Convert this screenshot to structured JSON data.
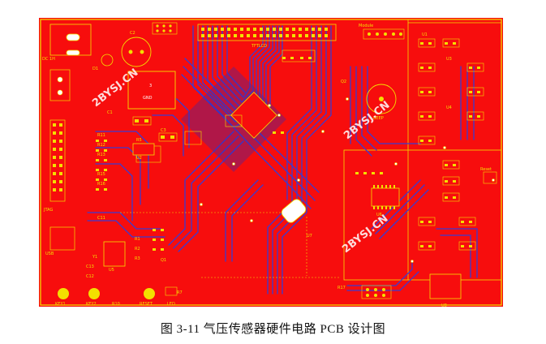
{
  "caption": "图 3-11 气压传感器硬件电路 PCB 设计图",
  "watermark": "2BYSJ.CN",
  "colors": {
    "board": "#f70d0d",
    "outline": "#f3e000",
    "trace_bottom": "#3b3bd1",
    "pad": "#f3e000",
    "silk": "#f3e000",
    "background": "#ffffff"
  },
  "labels": {
    "gnd_pad_num": "3",
    "gnd_pad": "GND",
    "header_top": "TFTLCD",
    "module": "Module",
    "beep": "BEEP",
    "jtag": "JTAG",
    "usb": "USB",
    "key1": "KEY1",
    "key2": "KEY2",
    "reset_btn": "RESET",
    "led": "LED",
    "dc": "DC 1H",
    "reset_side": "Reset",
    "r1": "R1",
    "r2": "R2",
    "r3": "R3",
    "r5": "R5",
    "r7": "R7",
    "r10": "R10",
    "r11": "R11",
    "r12": "R12",
    "r13": "R13",
    "r15": "R15",
    "r16": "R16",
    "r17": "R17",
    "c1": "C1",
    "c2": "C2",
    "c3": "C3",
    "c11": "C11",
    "c12": "C12",
    "c13": "C13",
    "u1": "U1",
    "u2": "U2",
    "u3": "U3",
    "u4": "U4",
    "u5": "U5",
    "u6": "U6",
    "u7": "U7",
    "u8": "U8",
    "q1": "Q1",
    "q2": "Q2",
    "d1": "D1",
    "y1": "Y1"
  }
}
